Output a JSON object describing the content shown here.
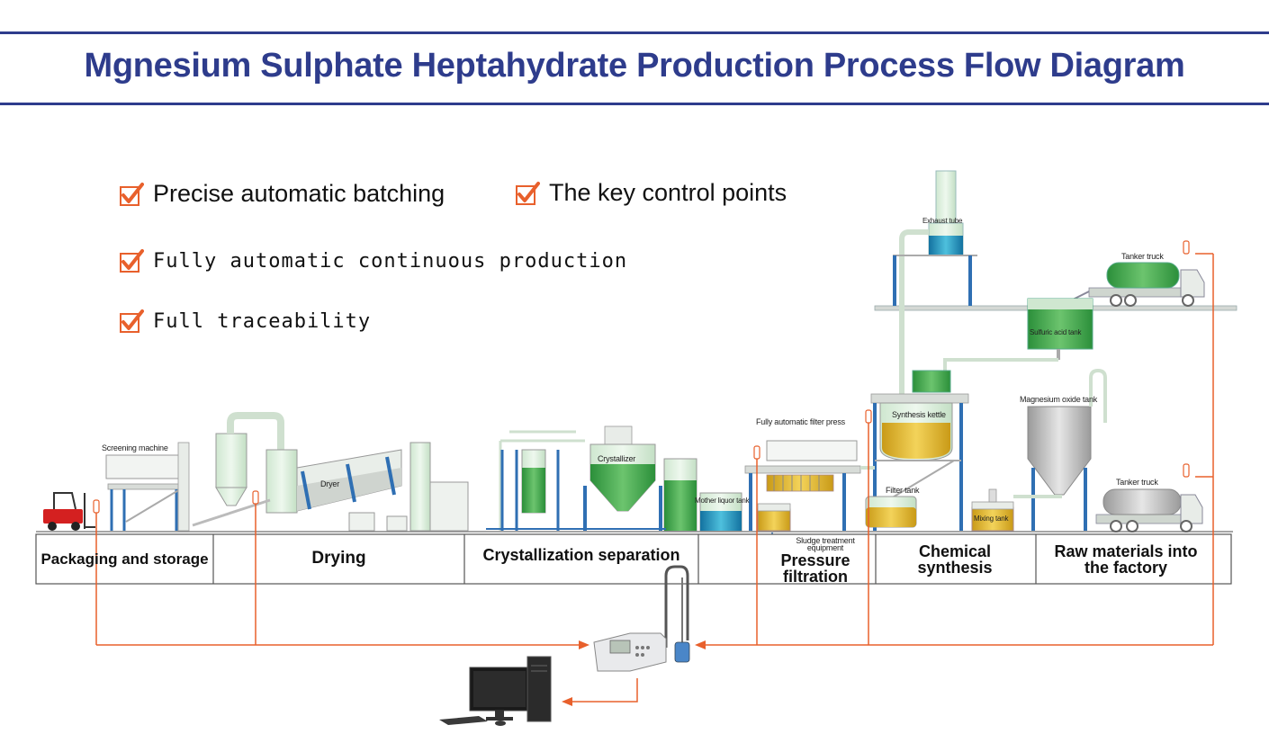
{
  "title": "Mgnesium Sulphate Heptahydrate Production Process Flow Diagram",
  "features": [
    "Precise automatic batching",
    "The key control points",
    "Fully automatic continuous production",
    "Full traceability"
  ],
  "stages": {
    "packaging": "Packaging and storage",
    "drying": "Drying",
    "crystallization": "Crystallization separation",
    "pressure_filtration": "Pressure filtration",
    "chemical_synthesis": "Chemical synthesis",
    "raw_materials": "Raw materials into the factory"
  },
  "equipment": {
    "screening_machine": "Screening machine",
    "dryer": "Dryer",
    "crystallizer": "Crystallizer",
    "mother_liquor_tank": "Mother liquor tank",
    "filter_press": "Fully automatic filter press",
    "sludge_treatment": "Sludge treatment equipment",
    "exhaust_tube": "Exhaust tube",
    "synthesis_kettle": "Synthesis kettle",
    "filter_tank": "Filter tank",
    "mixing_tank": "Mixing tank",
    "sulfuric_acid_tank": "Sulfuric acid tank",
    "magnesium_oxide_tank": "Magnesium oxide tank",
    "tanker_truck_top": "Tanker truck",
    "tanker_truck_bottom": "Tanker truck"
  },
  "colors": {
    "title_blue": "#2e3c8c",
    "accent_orange": "#e8602c",
    "signal_line": "#e8602c",
    "liquid_green": "#3aa545",
    "liquid_blue": "#1e8fb8",
    "liquid_yellow": "#e0b930",
    "pipe_blue": "#2f6fb3"
  },
  "icons": [
    "checkmark-icon",
    "forklift-icon",
    "ph-meter-icon",
    "computer-icon",
    "sensor-probe-icon"
  ]
}
